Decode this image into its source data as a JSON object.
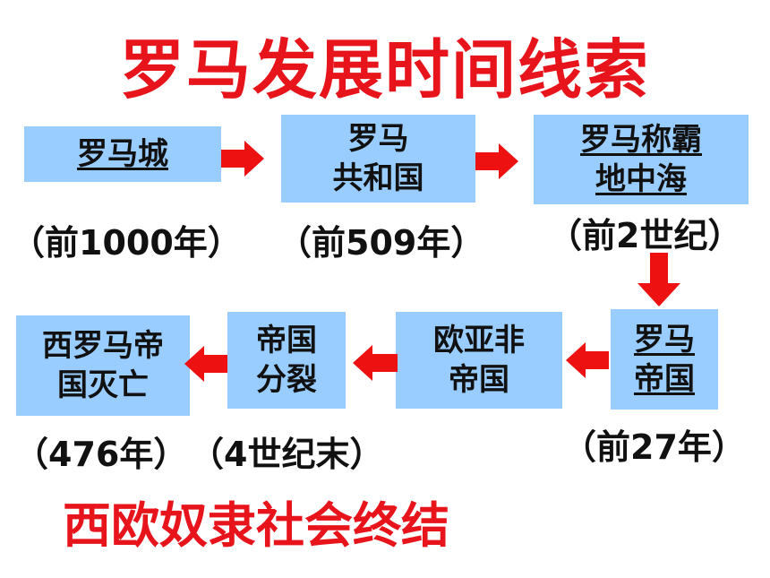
{
  "title": "罗马发展时间线索",
  "nodes": {
    "rome_city": {
      "line1": "罗马城",
      "date": "（前1000年）"
    },
    "republic": {
      "line1": "罗马",
      "line2": "共和国",
      "date": "（前509年）"
    },
    "mediterranean": {
      "line1": "罗马称霸",
      "line2": "地中海",
      "date": "（前2世纪）"
    },
    "empire": {
      "line1": "罗马",
      "line2": "帝国",
      "date": "（前27年）"
    },
    "eurasia_africa": {
      "line1": "欧亚非",
      "line2": "帝国"
    },
    "split": {
      "line1": "帝国",
      "line2": "分裂",
      "date": "（4世纪末）"
    },
    "west_fall": {
      "line1": "西罗马帝",
      "line2": "国灭亡",
      "date": "（476年）"
    }
  },
  "footer": "西欧奴隶社会终结",
  "colors": {
    "title": "#e8141c",
    "box": "#99ccff",
    "arrow": "#ee1111"
  }
}
